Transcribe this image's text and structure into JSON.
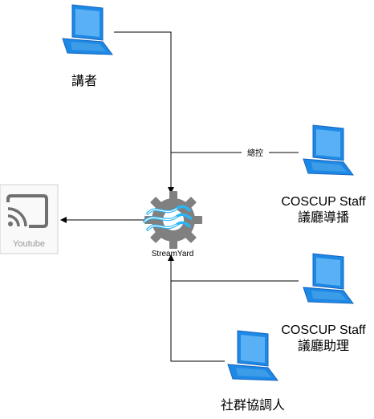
{
  "nodes": {
    "speaker": {
      "label": "講者",
      "icon": "laptop-icon"
    },
    "coscup_director": {
      "line1": "COSCUP Staff",
      "line2": "議廳導播",
      "icon": "laptop-icon"
    },
    "coscup_assistant": {
      "line1": "COSCUP Staff",
      "line2": "議廳助理",
      "icon": "laptop-icon"
    },
    "community_coordinator": {
      "label": "社群協調人",
      "icon": "laptop-icon"
    },
    "streamyard": {
      "label": "StreamYard",
      "icon": "streamyard-gear-icon"
    },
    "youtube": {
      "label": "Youtube",
      "icon": "cast-icon"
    }
  },
  "edges": {
    "control_label": "總控"
  },
  "colors": {
    "laptop_blue": "#1e88e5",
    "laptop_screen": "#5ab0f5",
    "gear_gray": "#808080",
    "streamyard_wave": "#29b6f6",
    "youtube_box_border": "#cccccc",
    "line": "#000000"
  }
}
